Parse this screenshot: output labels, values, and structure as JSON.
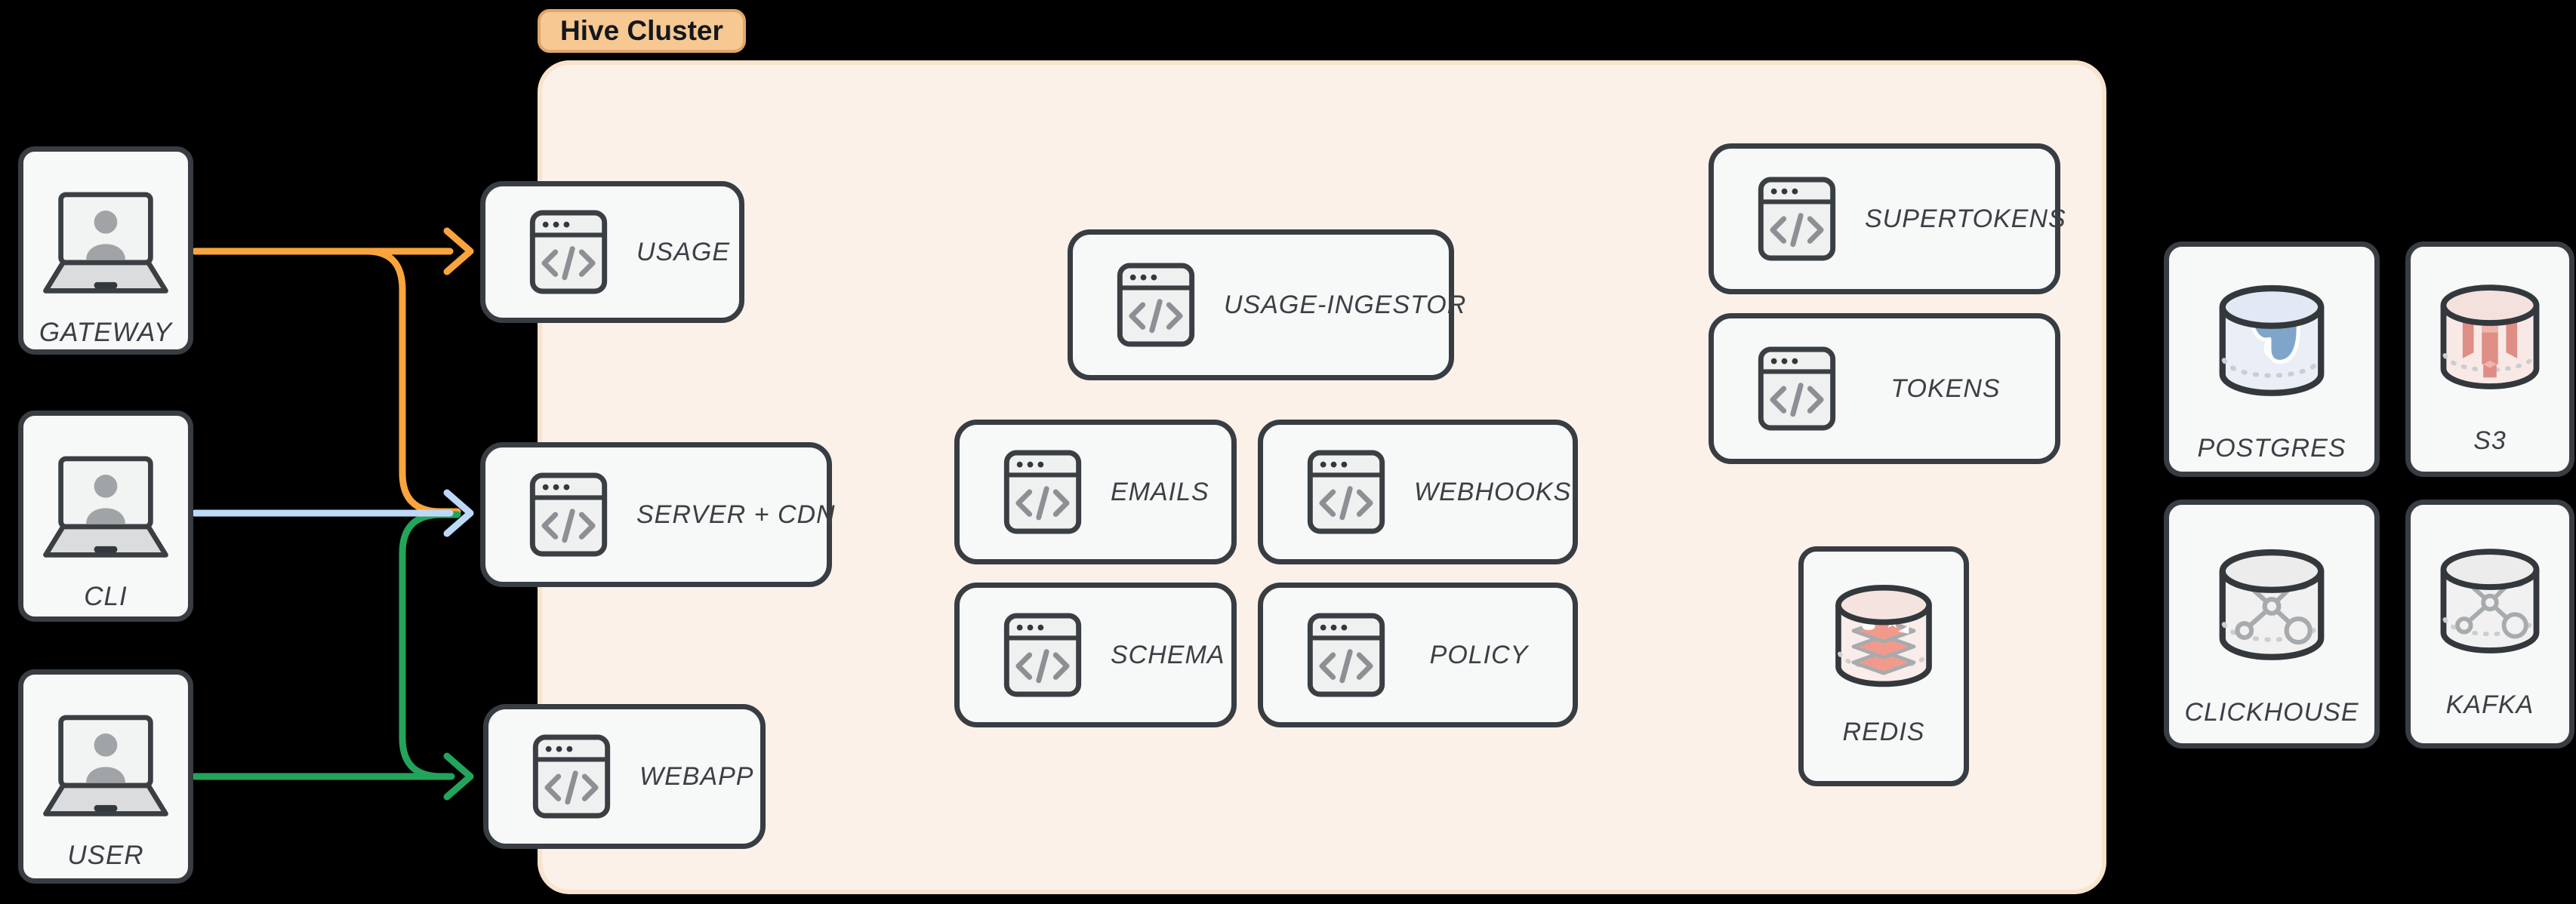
{
  "cluster": {
    "label": "Hive Cluster"
  },
  "clients": [
    {
      "label": "GATEWAY"
    },
    {
      "label": "CLI"
    },
    {
      "label": "USER"
    }
  ],
  "services": [
    {
      "label": "USAGE"
    },
    {
      "label": "SERVER + CDN"
    },
    {
      "label": "WEBAPP"
    },
    {
      "label": "USAGE-INGESTOR"
    },
    {
      "label": "EMAILS"
    },
    {
      "label": "WEBHOOKS"
    },
    {
      "label": "SCHEMA"
    },
    {
      "label": "POLICY"
    },
    {
      "label": "SUPERTOKENS"
    },
    {
      "label": "TOKENS"
    }
  ],
  "cache": {
    "label": "REDIS"
  },
  "datastores": [
    {
      "label": "POSTGRES"
    },
    {
      "label": "S3"
    },
    {
      "label": "CLICKHOUSE"
    },
    {
      "label": "KAFKA"
    }
  ],
  "colors": {
    "background": "#000000",
    "orange_arrow": "#F9A43C",
    "blue_arrow": "#BDD9F7",
    "green_arrow": "#23A45B",
    "node_border": "#373D42",
    "node_fill": "#F7F8F8",
    "cluster_fill": "#FCF1E8",
    "chip_fill": "#F7C892",
    "label_text": "#3A4045"
  }
}
